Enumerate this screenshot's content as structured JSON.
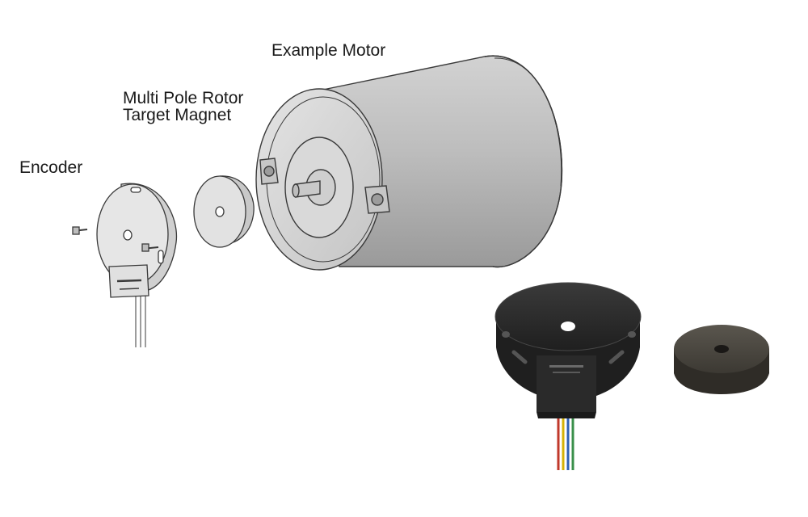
{
  "labels": {
    "motor": "Example Motor",
    "magnet_line1": "Multi Pole Rotor",
    "magnet_line2": "Target Magnet",
    "encoder": "Encoder"
  },
  "colors": {
    "motor_body": "#b8b8b8",
    "motor_dark": "#8f8f8f",
    "line_art": "#3a3a3a",
    "encoder_photo": "#2e2e2e",
    "magnet_photo": "#4a4640",
    "wire_red": "#c0392b",
    "wire_yellow": "#d4b106",
    "wire_blue": "#2e5fb5",
    "wire_green": "#3a8f4a"
  }
}
